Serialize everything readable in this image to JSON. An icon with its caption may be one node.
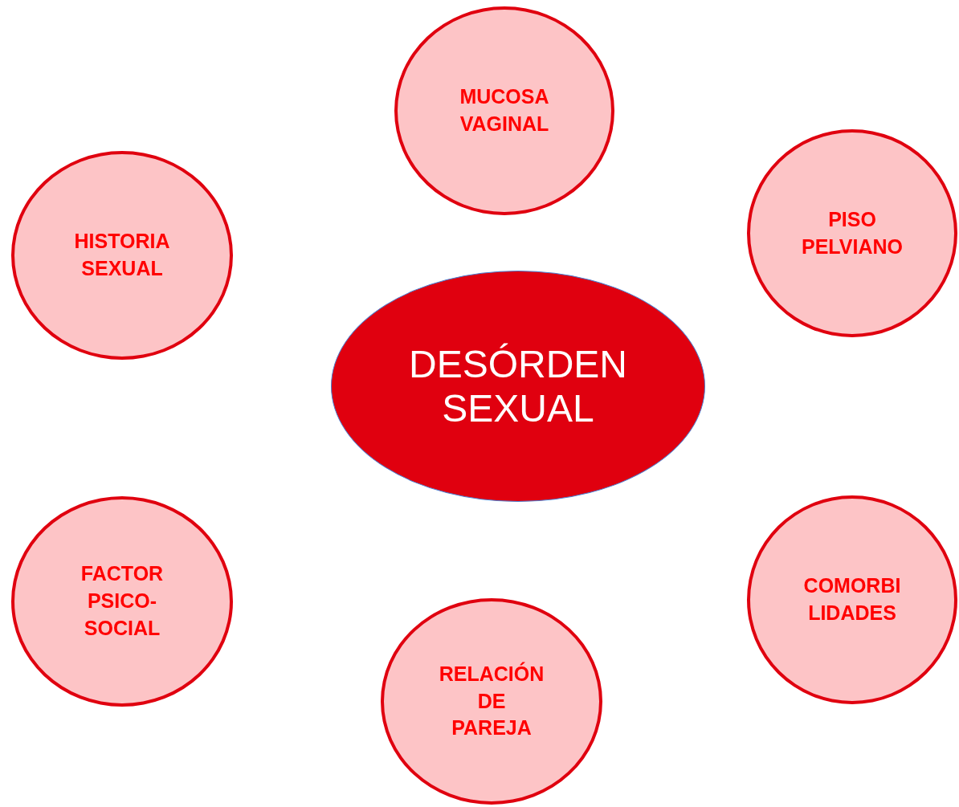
{
  "diagram": {
    "nodes": [
      {
        "text": [
          "DESÓRDEN SEXUAL"
        ]
      },
      {
        "text": [
          "MUCOSA VAGINAL"
        ]
      },
      {
        "text": [
          "HISTORIA SEXUAL"
        ]
      },
      {
        "text": [
          "PISO PELVIANO"
        ]
      },
      {
        "text": [
          "FACTOR PSICO- SOCIAL"
        ]
      },
      {
        "text": [
          "COMORBI LIDADES"
        ]
      },
      {
        "text": [
          "RELACIÓN DE PAREJA"
        ]
      }
    ]
  }
}
